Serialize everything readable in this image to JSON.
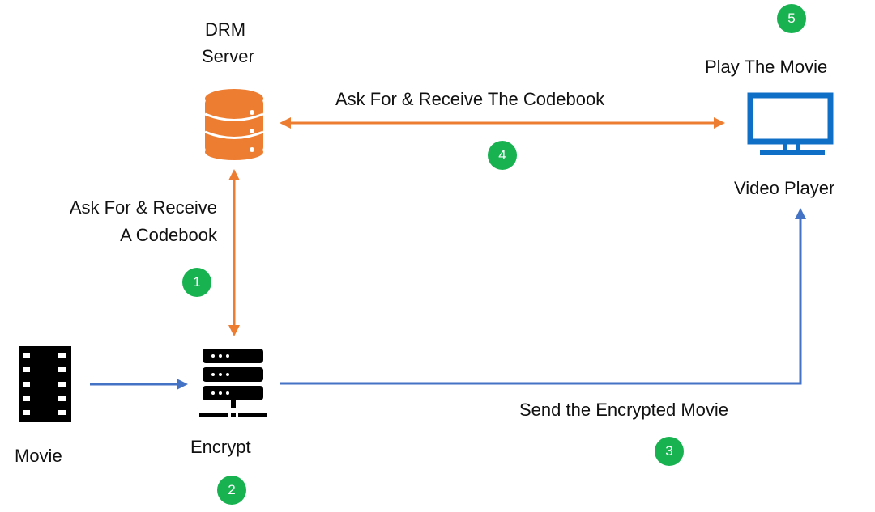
{
  "colors": {
    "orange": "#ed7d31",
    "blue": "#4472c4",
    "monitor_blue": "#0f6fc6",
    "badge_green": "#18b251",
    "icon_black": "#000000"
  },
  "nodes": {
    "drm_server": {
      "label_line1": "DRM",
      "label_line2": "Server",
      "icon": "database-icon"
    },
    "video_player": {
      "label": "Video Player",
      "icon": "monitor-icon",
      "action_label": "Play The Movie"
    },
    "movie": {
      "label": "Movie",
      "icon": "film-strip-icon"
    },
    "encrypt": {
      "label": "Encrypt",
      "icon": "server-rack-icon"
    }
  },
  "edges": {
    "encrypt_drm": {
      "label_line1": "Ask For & Receive",
      "label_line2": "A Codebook",
      "direction": "bidirectional"
    },
    "drm_player": {
      "label": "Ask For & Receive The Codebook",
      "direction": "bidirectional"
    },
    "movie_encrypt": {
      "label": "",
      "direction": "forward"
    },
    "encrypt_player": {
      "label": "Send the Encrypted Movie",
      "direction": "forward"
    }
  },
  "steps": [
    "1",
    "2",
    "3",
    "4",
    "5"
  ]
}
